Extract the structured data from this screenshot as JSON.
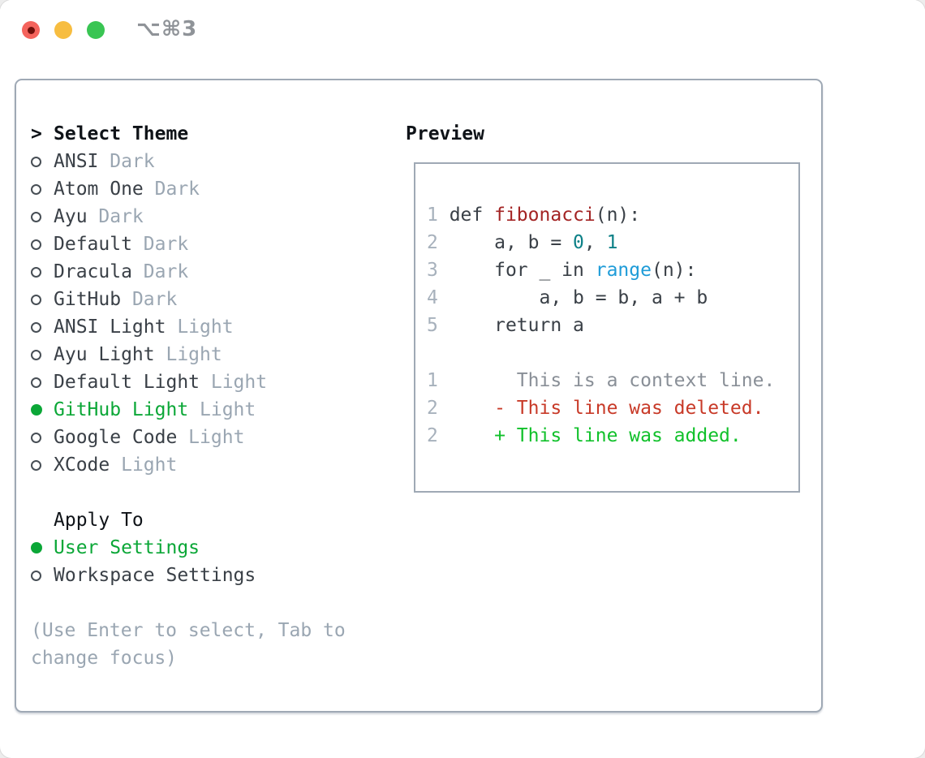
{
  "window": {
    "title": "⌥⌘3"
  },
  "theme_panel": {
    "header": {
      "prompt": ">",
      "label": "Select Theme"
    },
    "themes": [
      {
        "name": "ANSI",
        "variant": "Dark",
        "selected": false
      },
      {
        "name": "Atom One",
        "variant": "Dark",
        "selected": false
      },
      {
        "name": "Ayu",
        "variant": "Dark",
        "selected": false
      },
      {
        "name": "Default",
        "variant": "Dark",
        "selected": false
      },
      {
        "name": "Dracula",
        "variant": "Dark",
        "selected": false
      },
      {
        "name": "GitHub",
        "variant": "Dark",
        "selected": false
      },
      {
        "name": "ANSI Light",
        "variant": "Light",
        "selected": false
      },
      {
        "name": "Ayu Light",
        "variant": "Light",
        "selected": false
      },
      {
        "name": "Default Light",
        "variant": "Light",
        "selected": false
      },
      {
        "name": "GitHub Light",
        "variant": "Light",
        "selected": true
      },
      {
        "name": "Google Code",
        "variant": "Light",
        "selected": false
      },
      {
        "name": "XCode",
        "variant": "Light",
        "selected": false
      }
    ],
    "apply_to": {
      "label": "Apply To",
      "options": [
        {
          "name": "User Settings",
          "selected": true
        },
        {
          "name": "Workspace Settings",
          "selected": false
        }
      ]
    },
    "help_lines": [
      "(Use Enter to select, Tab to",
      "change focus)"
    ]
  },
  "preview": {
    "label": "Preview",
    "lines": [
      {
        "num": "1",
        "tokens": [
          [
            " def ",
            "kw"
          ],
          [
            "fibonacci",
            "func"
          ],
          [
            "(n):",
            "kw"
          ]
        ]
      },
      {
        "num": "2",
        "tokens": [
          [
            "     a, b = ",
            "kw"
          ],
          [
            "0",
            "num"
          ],
          [
            ", ",
            "kw"
          ],
          [
            "1",
            "num"
          ]
        ]
      },
      {
        "num": "3",
        "tokens": [
          [
            "     for _ in ",
            "kw"
          ],
          [
            "range",
            "builtin"
          ],
          [
            "(n):",
            "kw"
          ]
        ]
      },
      {
        "num": "4",
        "tokens": [
          [
            "         a, b = b, a + b",
            "kw"
          ]
        ]
      },
      {
        "num": "5",
        "tokens": [
          [
            "     return a",
            "kw"
          ]
        ]
      },
      {
        "num": "",
        "tokens": []
      },
      {
        "num": "1",
        "tokens": [
          [
            "       This is a context line.",
            "ctx"
          ]
        ]
      },
      {
        "num": "2",
        "tokens": [
          [
            "     - This line was deleted.",
            "del"
          ]
        ]
      },
      {
        "num": "2",
        "tokens": [
          [
            "     + This line was added.",
            "add"
          ]
        ]
      }
    ]
  },
  "colors": {
    "selected_green": "#0ba737",
    "added_green": "#11c12b",
    "deleted_red": "#c83a28",
    "function_red": "#a32424",
    "number_teal": "#0c8087",
    "builtin_blue": "#1f9cd8",
    "context_gray": "#898f97",
    "line_number_gray": "#a7b1bc",
    "muted_gray": "#9aa6b2",
    "text_dark": "#3a4047",
    "header_black": "#0f1318",
    "border_gray": "#9fa9b5",
    "traffic_red": "#f4635c",
    "traffic_yellow": "#f7bd40",
    "traffic_green": "#39c553"
  }
}
